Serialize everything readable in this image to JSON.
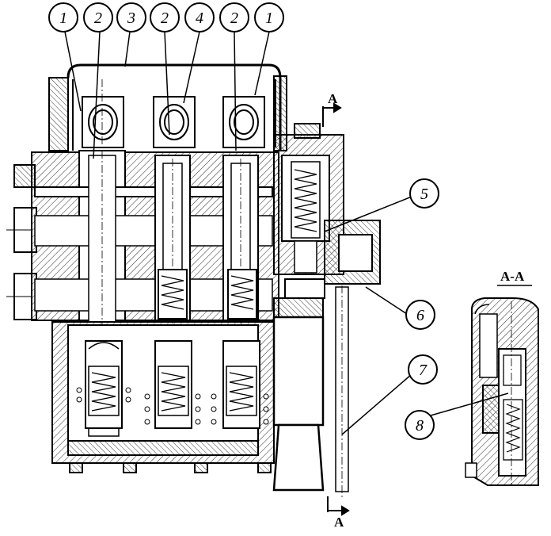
{
  "callouts": {
    "c1a": "1",
    "c2a": "2",
    "c3": "3",
    "c2b": "2",
    "c4": "4",
    "c2c": "2",
    "c1b": "1",
    "c5": "5",
    "c6": "6",
    "c7": "7",
    "c8": "8"
  },
  "section_marks": {
    "top": "A",
    "bottom": "A",
    "view_title": "A-A"
  },
  "colors": {
    "ink": "#000000",
    "paper": "#ffffff",
    "hatch": "#3a3a3a"
  }
}
